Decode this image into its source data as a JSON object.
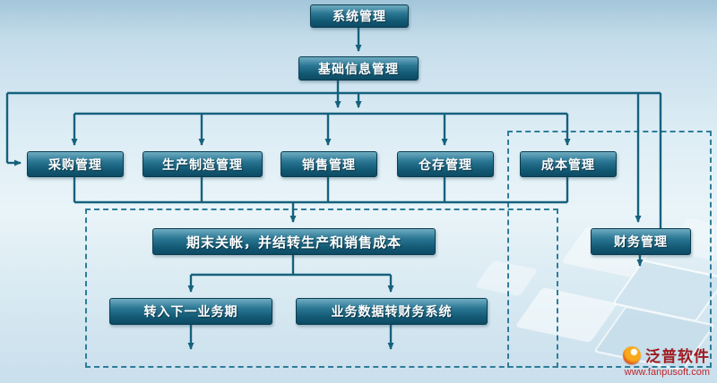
{
  "nodes": {
    "system": "系统管理",
    "basic_info": "基础信息管理",
    "purchase": "采购管理",
    "production": "生产制造管理",
    "sales": "销售管理",
    "warehouse": "仓存管理",
    "cost": "成本管理",
    "closing": "期末关帐，并结转生产和销售成本",
    "finance": "财务管理",
    "next_period": "转入下一业务期",
    "to_finance_system": "业务数据转财务系统"
  },
  "edges": [
    "系统管理 → 基础信息管理",
    "基础信息管理 → 采购管理",
    "基础信息管理 → 生产制造管理",
    "基础信息管理 → 销售管理",
    "基础信息管理 → 仓存管理",
    "基础信息管理 → 成本管理",
    "基础信息管理 → 财务管理",
    "财务管理 → 基础信息管理",
    "采购管理 → 期末关帐，并结转生产和销售成本",
    "生产制造管理 → 期末关帐，并结转生产和销售成本",
    "销售管理 → 期末关帐，并结转生产和销售成本",
    "仓存管理 → 期末关帐，并结转生产和销售成本",
    "成本管理 → 期末关帐，并结转生产和销售成本",
    "期末关帐，并结转生产和销售成本 → 转入下一业务期",
    "期末关帐，并结转生产和销售成本 → 业务数据转财务系统"
  ],
  "branding": {
    "name": "泛普软件",
    "site": "www.fanpusoft.com"
  },
  "colors": {
    "node_gradient_top": "#6fadc2",
    "node_gradient_bottom": "#0d4a63",
    "connector": "#15617d",
    "dashed_border": "#2e7d99",
    "brand_name_color": "#9e1b20",
    "brand_url_color": "#c2242b"
  }
}
